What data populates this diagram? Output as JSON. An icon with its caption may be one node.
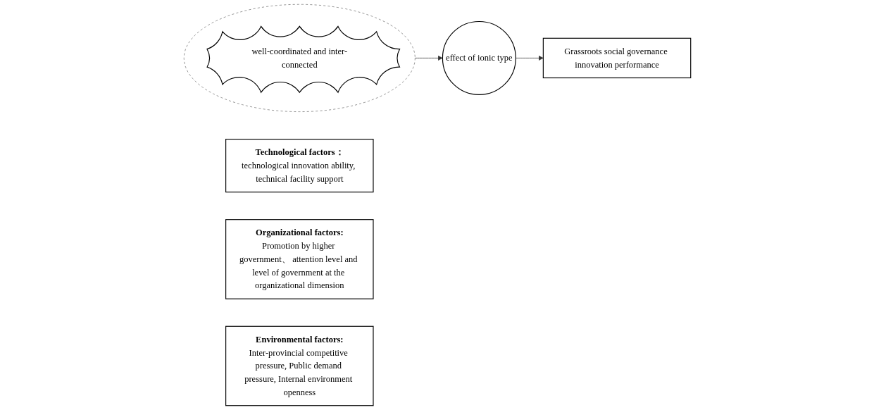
{
  "diagram": {
    "nodes": [
      {
        "text": [],
        "shape": "circle"
      },
      {
        "text": [
          "Technological factors：",
          "technological innovation ability, technical facility support"
        ]
      },
      {
        "text": [
          "well-coordinated and inter-connected"
        ],
        "in": 0
      },
      {
        "text": [
          "effect of ionic type"
        ]
      },
      {
        "text": [
          "Grassroots social governance innovation performance"
        ]
      },
      {
        "text": [
          "Organizational factors:",
          "Promotion by higher government、 attention level and level of government at the organizational dimension"
        ]
      },
      {
        "text": [
          "Environmental factors:",
          "Inter-provincial competitive pressure, Public demand pressure, Internal environment openness"
        ]
      }
    ],
    "edges": [
      {
        "from": 0,
        "to": 3,
        "arrow": "to"
      },
      {
        "from": 3,
        "to": 4,
        "arrow": "to"
      }
    ]
  }
}
